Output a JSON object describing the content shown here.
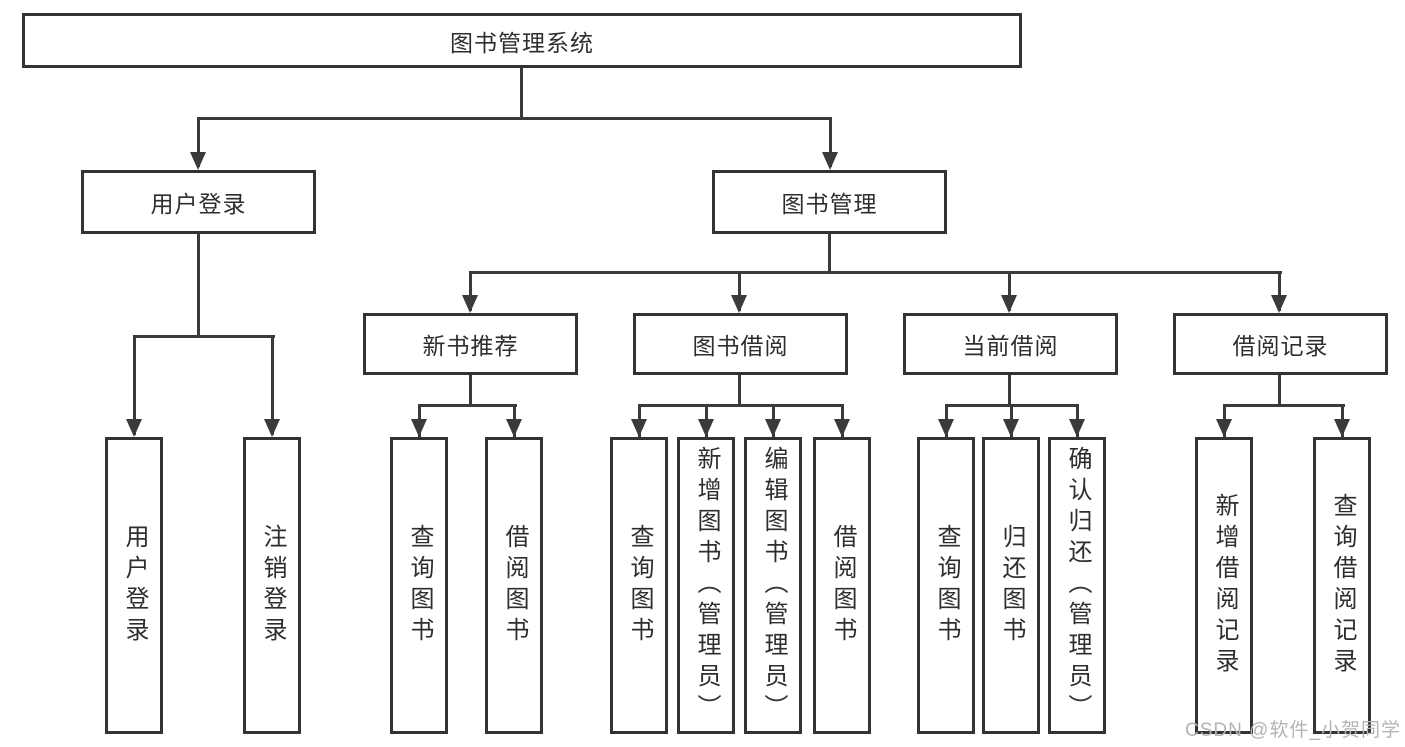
{
  "diagram": {
    "root": {
      "label": "图书管理系统"
    },
    "branches": [
      {
        "label": "用户登录",
        "children": [
          {
            "label": "用户登录"
          },
          {
            "label": "注销登录"
          }
        ]
      },
      {
        "label": "图书管理",
        "children": [
          {
            "label": "新书推荐",
            "children": [
              {
                "label": "查询图书"
              },
              {
                "label": "借阅图书"
              }
            ]
          },
          {
            "label": "图书借阅",
            "children": [
              {
                "label": "查询图书"
              },
              {
                "label": "新增图书（管理员）"
              },
              {
                "label": "编辑图书（管理员）"
              },
              {
                "label": "借阅图书"
              }
            ]
          },
          {
            "label": "当前借阅",
            "children": [
              {
                "label": "查询图书"
              },
              {
                "label": "归还图书"
              },
              {
                "label": "确认归还（管理员）"
              }
            ]
          },
          {
            "label": "借阅记录",
            "children": [
              {
                "label": "新增借阅记录"
              },
              {
                "label": "查询借阅记录"
              }
            ]
          }
        ]
      }
    ]
  },
  "watermark": {
    "text": "CSDN @软件_小贺同学"
  },
  "colors": {
    "line": "#3a3a3a",
    "box_border": "#333333",
    "box_fill": "#ffffff",
    "text": "#2e2e2e",
    "watermark": "#b4b4b4",
    "background": "#ffffff"
  }
}
